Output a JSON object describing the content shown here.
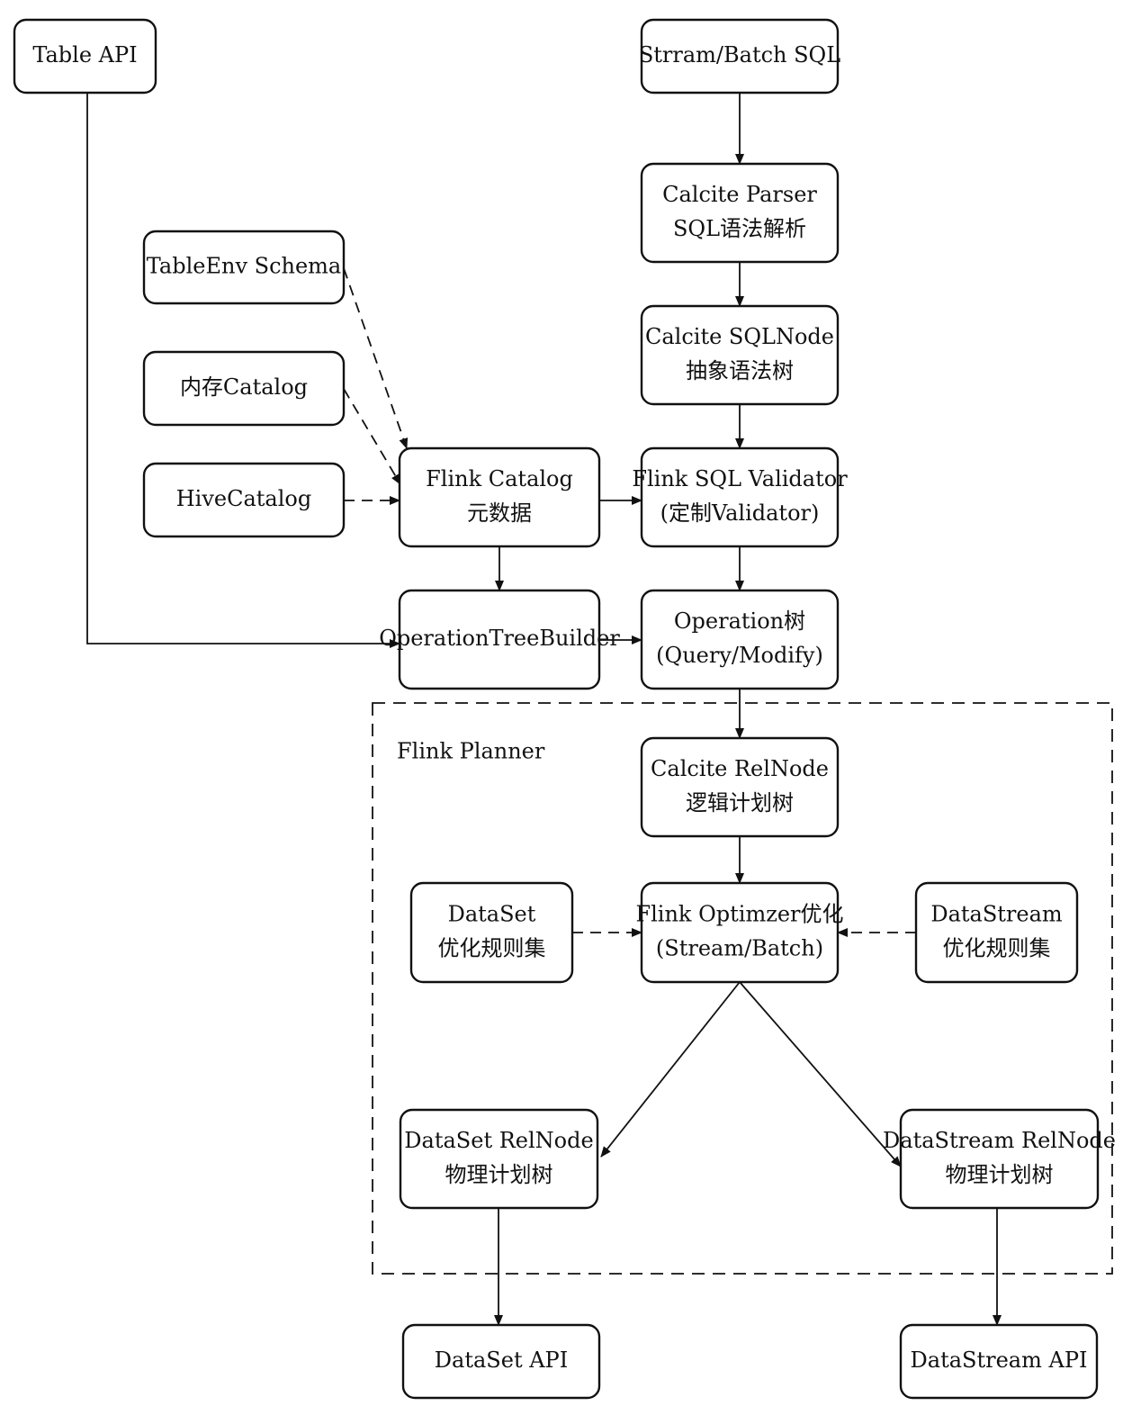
{
  "diagram": {
    "region": {
      "label": "Flink Planner"
    },
    "nodes": {
      "table_api": {
        "lines": [
          "Table API"
        ]
      },
      "stream_batch_sql": {
        "lines": [
          "Strram/Batch SQL"
        ]
      },
      "calcite_parser": {
        "lines": [
          "Calcite Parser",
          "SQL语法解析"
        ]
      },
      "calcite_sqlnode": {
        "lines": [
          "Calcite SQLNode",
          "抽象语法树"
        ]
      },
      "tableenv_schema": {
        "lines": [
          "TableEnv Schema"
        ]
      },
      "memory_catalog": {
        "lines": [
          "内存Catalog"
        ]
      },
      "hive_catalog": {
        "lines": [
          "HiveCatalog"
        ]
      },
      "flink_catalog": {
        "lines": [
          "Flink Catalog",
          "元数据"
        ]
      },
      "flink_sql_validator": {
        "lines": [
          "Flink SQL Validator",
          "(定制Validator)"
        ]
      },
      "operation_tree_builder": {
        "lines": [
          "OperationTreeBuilder"
        ]
      },
      "operation_tree": {
        "lines": [
          "Operation树",
          "(Query/Modify)"
        ]
      },
      "calcite_relnode": {
        "lines": [
          "Calcite RelNode",
          "逻辑计划树"
        ]
      },
      "dataset_rules": {
        "lines": [
          "DataSet",
          "优化规则集"
        ]
      },
      "flink_optimizer": {
        "lines": [
          "Flink Optimzer优化",
          "(Stream/Batch)"
        ]
      },
      "datastream_rules": {
        "lines": [
          "DataStream",
          "优化规则集"
        ]
      },
      "dataset_relnode": {
        "lines": [
          "DataSet RelNode",
          "物理计划树"
        ]
      },
      "datastream_relnode": {
        "lines": [
          "DataStream RelNode",
          "物理计划树"
        ]
      },
      "dataset_api": {
        "lines": [
          "DataSet API"
        ]
      },
      "datastream_api": {
        "lines": [
          "DataStream API"
        ]
      }
    },
    "edges": [
      {
        "from": "stream_batch_sql",
        "to": "calcite_parser",
        "style": "solid"
      },
      {
        "from": "calcite_parser",
        "to": "calcite_sqlnode",
        "style": "solid"
      },
      {
        "from": "calcite_sqlnode",
        "to": "flink_sql_validator",
        "style": "solid"
      },
      {
        "from": "tableenv_schema",
        "to": "flink_catalog",
        "style": "dashed"
      },
      {
        "from": "memory_catalog",
        "to": "flink_catalog",
        "style": "dashed"
      },
      {
        "from": "hive_catalog",
        "to": "flink_catalog",
        "style": "dashed"
      },
      {
        "from": "flink_catalog",
        "to": "flink_sql_validator",
        "style": "solid"
      },
      {
        "from": "flink_catalog",
        "to": "operation_tree_builder",
        "style": "solid"
      },
      {
        "from": "flink_sql_validator",
        "to": "operation_tree",
        "style": "solid"
      },
      {
        "from": "table_api",
        "to": "operation_tree_builder",
        "style": "solid"
      },
      {
        "from": "operation_tree_builder",
        "to": "operation_tree",
        "style": "solid"
      },
      {
        "from": "operation_tree",
        "to": "calcite_relnode",
        "style": "solid"
      },
      {
        "from": "calcite_relnode",
        "to": "flink_optimizer",
        "style": "solid"
      },
      {
        "from": "dataset_rules",
        "to": "flink_optimizer",
        "style": "dashed"
      },
      {
        "from": "datastream_rules",
        "to": "flink_optimizer",
        "style": "dashed"
      },
      {
        "from": "flink_optimizer",
        "to": "dataset_relnode",
        "style": "solid"
      },
      {
        "from": "flink_optimizer",
        "to": "datastream_relnode",
        "style": "solid"
      },
      {
        "from": "dataset_relnode",
        "to": "dataset_api",
        "style": "solid"
      },
      {
        "from": "datastream_relnode",
        "to": "datastream_api",
        "style": "solid"
      }
    ]
  }
}
